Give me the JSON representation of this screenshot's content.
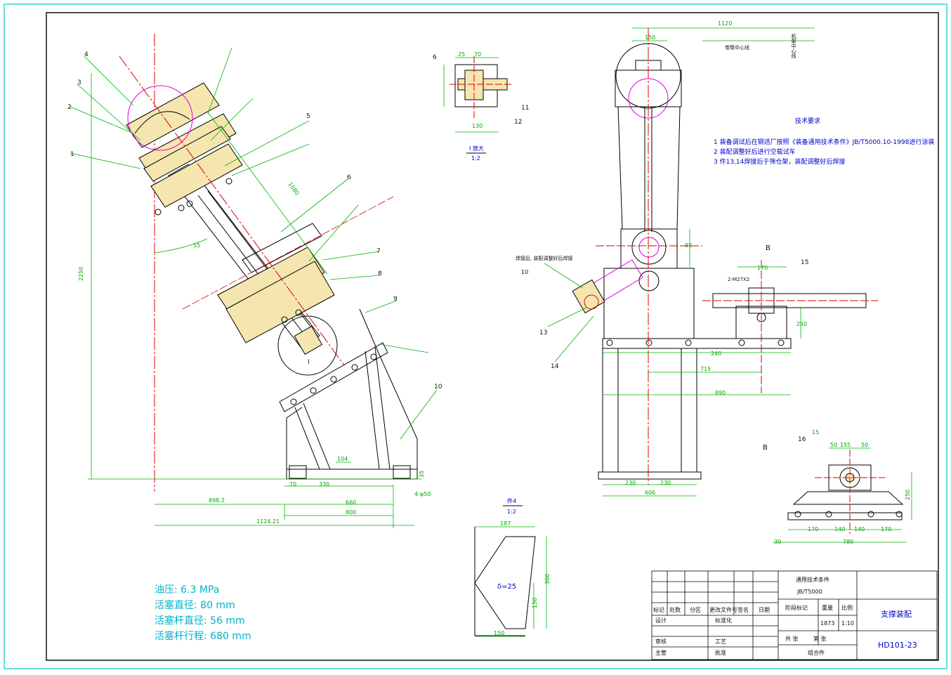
{
  "title_block": {
    "standard_title": "通用技术条件",
    "standard_code": "JB/T5000",
    "stage_mark_label": "阶段标记",
    "weight_label": "重量",
    "scale_label": "比例",
    "weight": "1873",
    "scale": "1:10",
    "drawing_name": "支撑装配",
    "drawing_number": "HD101-23",
    "sheets_total": "共 张",
    "sheet_no": "第 张",
    "assembly": "组合件",
    "hdr_mark": "标记",
    "hdr_count": "处数",
    "hdr_zone": "分区",
    "hdr_docno": "更改文件号",
    "hdr_sign": "签名",
    "hdr_date": "日期",
    "row_design": "设计",
    "row_std": "标准化",
    "row_review": "审核",
    "row_craft": "工艺",
    "row_approve": "批准",
    "row_main": "主管"
  },
  "parameters": {
    "pressure": "油压: 6.3 MPa",
    "bore": "活塞直径: 80 mm",
    "rod": "活塞杆直径: 56 mm",
    "stroke": "活塞杆行程: 680 mm"
  },
  "requirements": {
    "title": "技术要求",
    "item1": "1  装备调试后在钢适厂按照《装备通用技术条件》JB/T5000.10-1998进行涂装",
    "item2": "2  装配调整好后进行空载试车",
    "item3": "3  件13,14焊接后于筛仓架，装配调整好后焊接"
  },
  "views": {
    "view_I_title": "I 放大",
    "view_I_scale": "1:2",
    "part4_title": "件4",
    "part4_scale": "1:2",
    "section_B": "B",
    "section_B_2": "B",
    "center_line_note": "卷筒中心线",
    "vertical_note": "机架中心线",
    "weld_note": "焊接后, 装配调整好后焊接",
    "thread_note": "2-M27X2",
    "roughness": "10",
    "thickness": "δ=25",
    "detail_I": "I"
  },
  "dimensions": {
    "d_1120": "1120",
    "d_150a": "150",
    "d_80": "80",
    "d_170": "170",
    "d_15": "15",
    "d_250": "250",
    "d_715": "715",
    "d_890": "890",
    "d_606": "606",
    "d_230a": "230",
    "d_230b": "230",
    "d_240": "240",
    "d_2250": "2250",
    "d_898": "898.2",
    "d_1124": "1124.21",
    "d_660": "660",
    "d_800": "800",
    "d_330": "330",
    "d_70": "70",
    "d_104": "104",
    "d_4phi50": "4-φ50",
    "d_1080": "1080",
    "d_35": "35",
    "d_55": "55",
    "d_187": "187",
    "d_300": "300",
    "d_150b": "150",
    "d_150c": "150",
    "d_780": "780",
    "d_30": "30",
    "d_140a": "140",
    "d_140b": "140",
    "d_170b": "170",
    "d_170c": "170",
    "d_250b": "250",
    "d_155": "155",
    "d_50a": "50",
    "d_50b": "50",
    "d_25": "25",
    "d_70b": "70",
    "d_130": "130"
  },
  "part_labels": [
    "1",
    "2",
    "3",
    "4",
    "5",
    "6",
    "7",
    "8",
    "9",
    "10",
    "11",
    "12",
    "13",
    "14",
    "15",
    "16"
  ],
  "colors": {
    "border": "#00c8c8",
    "frame": "#000000",
    "dimension": "#00b400",
    "center": "#e00000",
    "magenta": "#e000e0",
    "part": "#f5e6b0",
    "text_blue": "#0000cc"
  }
}
